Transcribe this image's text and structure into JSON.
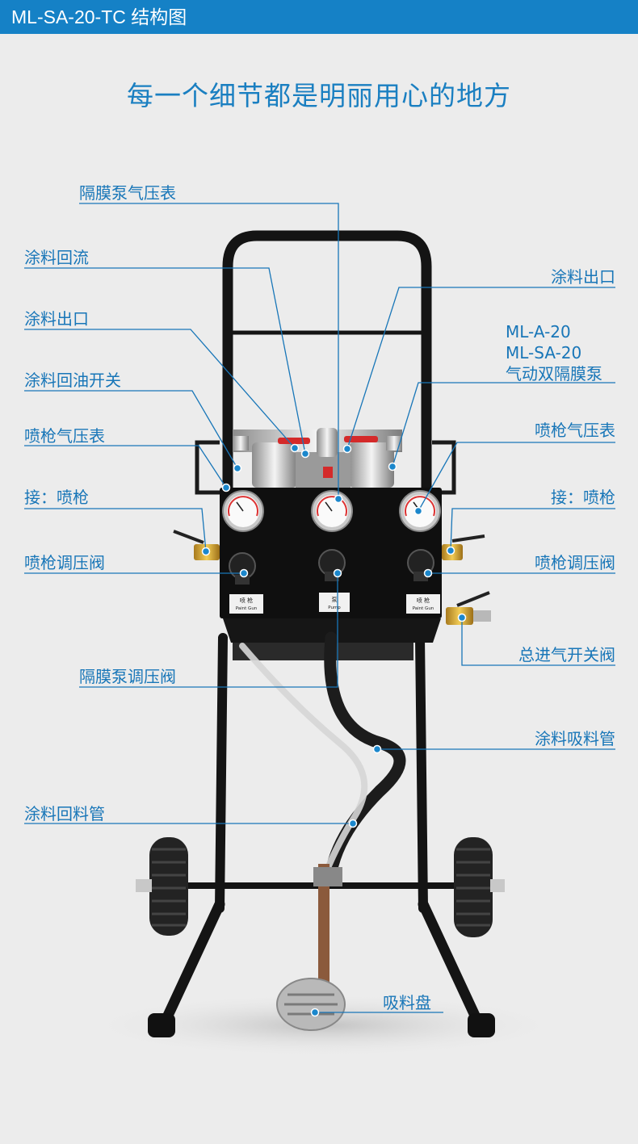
{
  "header": {
    "title": "ML-SA-20-TC 结构图"
  },
  "subtitle": "每一个细节都是明丽用心的地方",
  "labels": {
    "diaphragm_pump_gauge": "隔膜泵气压表",
    "paint_return": "涂料回流",
    "paint_outlet_left": "涂料出口",
    "paint_return_switch": "涂料回油开关",
    "gun_gauge_left": "喷枪气压表",
    "connect_gun_left": "接：喷枪",
    "gun_regulator_left": "喷枪调压阀",
    "pump_regulator": "隔膜泵调压阀",
    "return_hose": "涂料回料管",
    "paint_outlet_right": "涂料出口",
    "gun_gauge_right": "喷枪气压表",
    "connect_gun_right": "接：喷枪",
    "gun_regulator_right": "喷枪调压阀",
    "main_air_valve": "总进气开关阀",
    "suction_hose": "涂料吸料管",
    "suction_plate": "吸料盘"
  },
  "model": {
    "line1": "ML-A-20",
    "line2": "ML-SA-20",
    "line3": "气动双隔膜泵"
  },
  "panel_labels": {
    "left_cn": "喷 枪",
    "left_en": "Paint Gun",
    "mid_cn": "泵",
    "mid_en": "Pump",
    "right_cn": "喷 枪",
    "right_en": "Paint Gun"
  },
  "colors": {
    "accent": "#1581c6",
    "label": "#1876b8",
    "frame": "#111111"
  }
}
